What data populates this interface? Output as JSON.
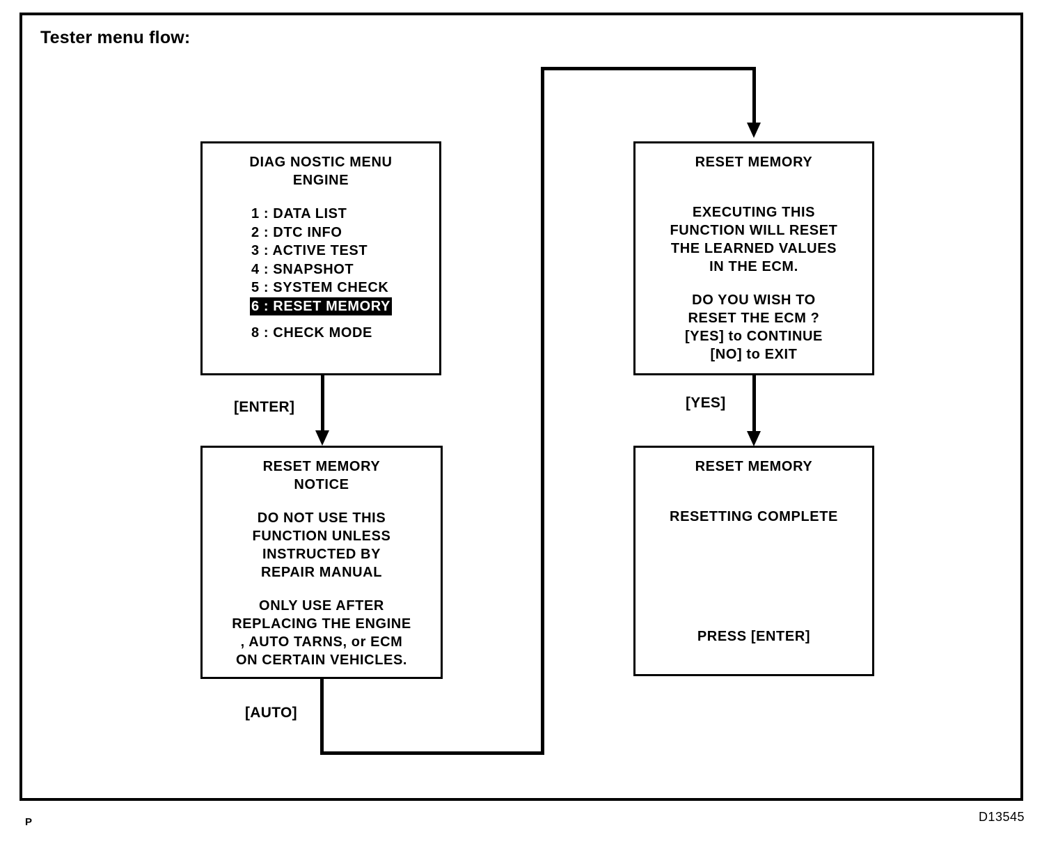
{
  "figure": {
    "title": "Tester menu flow:",
    "figure_code": "D13545",
    "page_marker": "P"
  },
  "boxes": {
    "diagnostic_menu": {
      "title_line_1": "DIAG NOSTIC  MENU",
      "title_line_2": "ENGINE",
      "items": [
        {
          "label": "1 :  DATA  LIST",
          "selected": false
        },
        {
          "label": "2 :  DTC  INFO",
          "selected": false
        },
        {
          "label": "3 :  ACTIVE  TEST",
          "selected": false
        },
        {
          "label": "4 :  SNAPSHOT",
          "selected": false
        },
        {
          "label": "5 :  SYSTEM  CHECK",
          "selected": false
        },
        {
          "label": "6 :  RESET  MEMORY",
          "selected": true
        }
      ],
      "item_last": "8 :  CHECK  MODE"
    },
    "reset_notice": {
      "title_line_1": "RESET  MEMORY",
      "title_line_2": "NOTICE",
      "body_1": [
        "DO  NOT  USE  THIS",
        "FUNCTION  UNLESS",
        "INSTRUCTED  BY",
        "REPAIR  MANUAL"
      ],
      "body_2": [
        "ONLY  USE  AFTER",
        "REPLACING  THE  ENGINE",
        ",  AUTO  TARNS,  or  ECM",
        "ON  CERTAIN  VEHICLES."
      ]
    },
    "reset_confirm": {
      "title": "RESET  MEMORY",
      "body_1": [
        "EXECUTING  THIS",
        "FUNCTION  WILL  RESET",
        "THE  LEARNED  VALUES",
        "IN  THE  ECM."
      ],
      "body_2": [
        "DO  YOU  WISH  TO",
        "RESET  THE  ECM ?",
        "[YES]  to  CONTINUE",
        "[NO]  to  EXIT"
      ]
    },
    "reset_complete": {
      "title": "RESET  MEMORY",
      "status": "RESETTING  COMPLETE",
      "prompt": "PRESS  [ENTER]"
    }
  },
  "edges": {
    "enter": "[ENTER]",
    "auto": "[AUTO]",
    "yes": "[YES]"
  },
  "colors": {
    "ink": "#000000",
    "paper": "#ffffff",
    "highlight_bg": "#000000",
    "highlight_fg": "#ffffff"
  }
}
